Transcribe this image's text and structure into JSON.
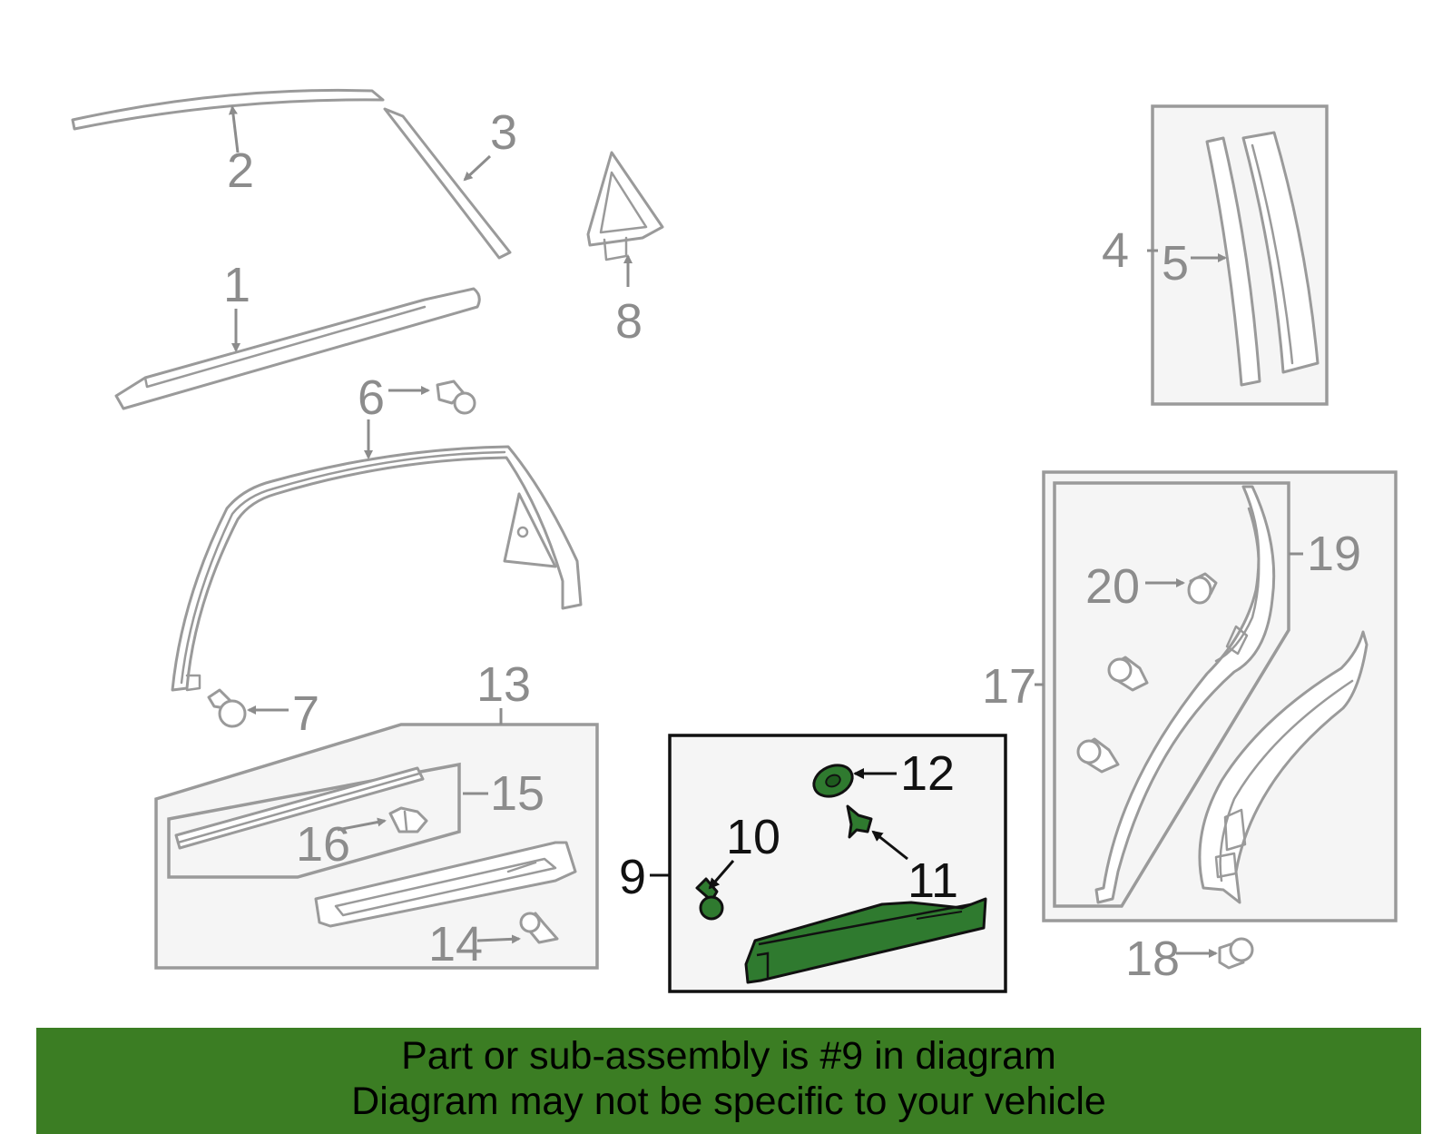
{
  "callouts": {
    "c1": "1",
    "c2": "2",
    "c3": "3",
    "c4": "4",
    "c5": "5",
    "c6": "6",
    "c7": "7",
    "c8": "8",
    "c9": "9",
    "c10": "10",
    "c11": "11",
    "c12": "12",
    "c13": "13",
    "c14": "14",
    "c15": "15",
    "c16": "16",
    "c17": "17",
    "c18": "18",
    "c19": "19",
    "c20": "20"
  },
  "highlight": {
    "color": "#2f7a2f"
  },
  "banner": {
    "line1": "Part or sub-assembly is #9 in diagram",
    "line2": "Diagram may not be specific to your vehicle",
    "color": "#3b7d23"
  }
}
